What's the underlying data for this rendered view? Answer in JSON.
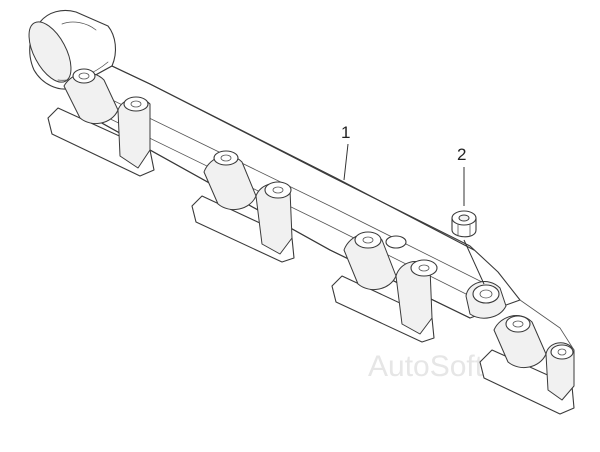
{
  "diagram": {
    "callouts": [
      {
        "id": "1",
        "text": "1"
      },
      {
        "id": "2",
        "text": "2"
      }
    ],
    "watermark": "AutoSoft",
    "colors": {
      "line": "#3a3a3a",
      "background": "#ffffff",
      "watermark": "#e6e6e6"
    }
  }
}
